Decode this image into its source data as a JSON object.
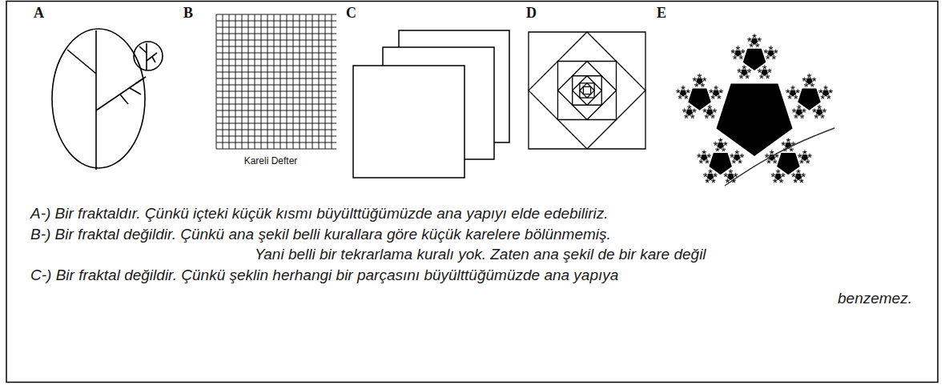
{
  "diagram": {
    "labels": [
      "A",
      "B",
      "C",
      "D",
      "E",
      "Kareli Defter",
      "A-) Bir fraktaldır. Çünkü içteki küçük kısmı büyülttüğümüzde ana yapıyı elde edebiliriz.",
      "B-) Bir fraktal değildir. Çünkü ana şekil belli kurallara göre küçük karelere bölünmemiş.",
      "Yani belli bir tekrarlama kuralı yok. Zaten ana şekil de bir kare değil",
      "C-) Bir fraktal değildir. Çünkü şeklin herhangi bir parçasını büyülttüğümüzde ana yapıya",
      "benzemez."
    ]
  }
}
